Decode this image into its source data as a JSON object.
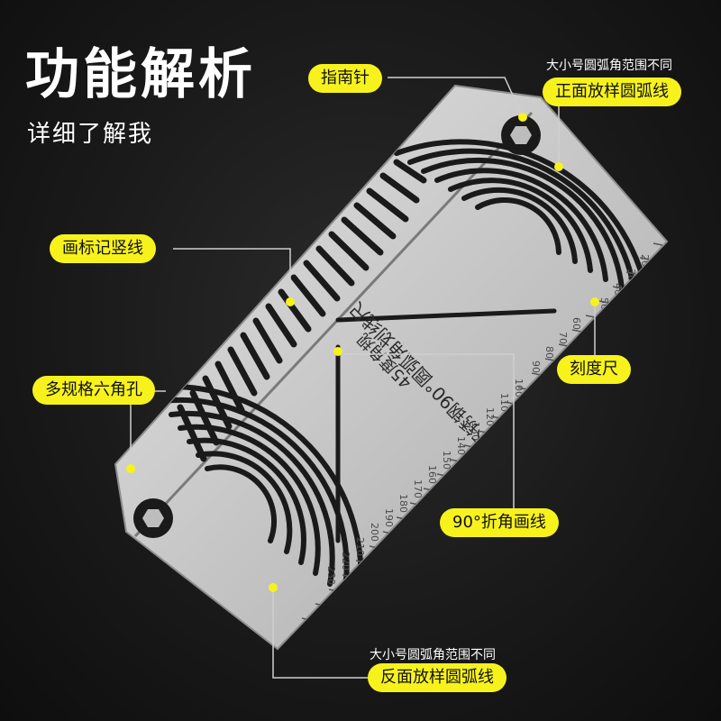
{
  "header": {
    "title": "功能解析",
    "subtitle": "详细了解我"
  },
  "callouts": {
    "compass": "指南针",
    "front_note": "大小号圆弧角范围不同",
    "front_arc": "正面放样圆弧线",
    "vertical_mark": "画标记竖线",
    "hex_holes": "多规格六角孔",
    "scale": "刻度尺",
    "fold_line": "90°折角画线",
    "back_note": "大小号圆弧角范围不同",
    "back_arc": "反面放样圆弧线"
  },
  "product": {
    "engraved_text": "不锈钢90°圆弧角划线尺",
    "model": "45度角规",
    "scale_labels": [
      "20",
      "30",
      "40",
      "50",
      "60",
      "70",
      "80",
      "90",
      "100",
      "110",
      "120",
      "130",
      "140",
      "150",
      "160",
      "170",
      "180",
      "190",
      "200",
      "210",
      "220",
      "230"
    ],
    "colors": {
      "steel": "#c9c9c9",
      "engraving": "#1a1a1a",
      "accent": "#f7f21c"
    }
  }
}
